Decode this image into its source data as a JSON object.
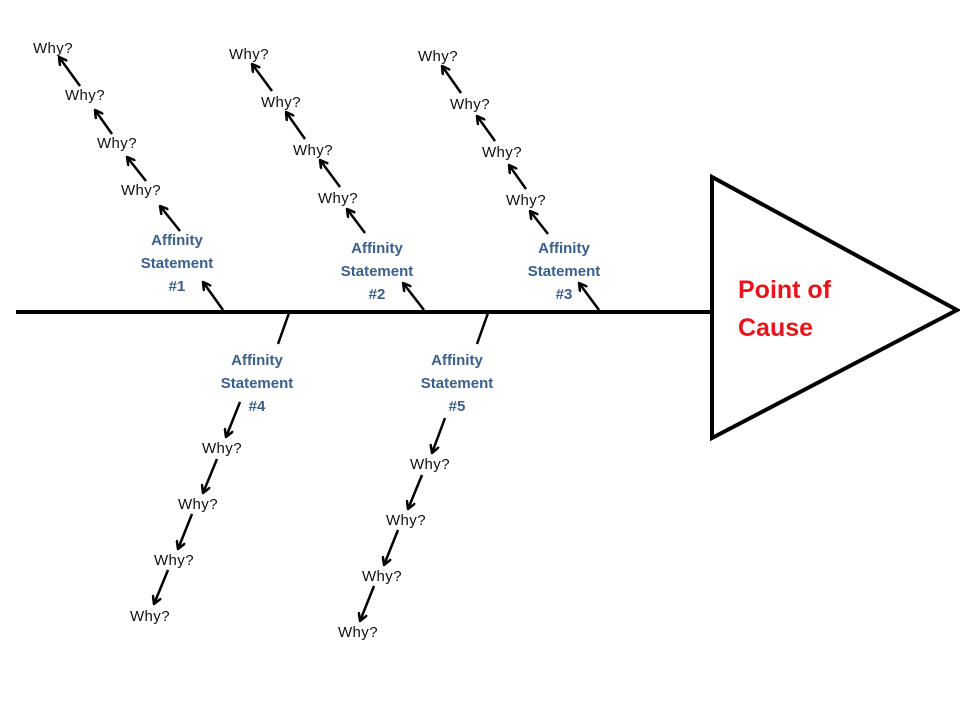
{
  "diagram": {
    "colors": {
      "line": "#000000",
      "affinity_text": "#3a5f8c",
      "cause_text": "#e8141b",
      "why_text": "#111111"
    },
    "head": {
      "lines": [
        "Point of",
        "Cause"
      ]
    },
    "branches": [
      {
        "id": "1",
        "affinity_lines": [
          "Affinity",
          "Statement",
          "#1"
        ],
        "whys": [
          "Why?",
          "Why?",
          "Why?",
          "Why?"
        ]
      },
      {
        "id": "2",
        "affinity_lines": [
          "Affinity",
          "Statement",
          "#2"
        ],
        "whys": [
          "Why?",
          "Why?",
          "Why?",
          "Why?"
        ]
      },
      {
        "id": "3",
        "affinity_lines": [
          "Affinity",
          "Statement",
          "#3"
        ],
        "whys": [
          "Why?",
          "Why?",
          "Why?",
          "Why?"
        ]
      },
      {
        "id": "4",
        "affinity_lines": [
          "Affinity",
          "Statement",
          "#4"
        ],
        "whys": [
          "Why?",
          "Why?",
          "Why?",
          "Why?"
        ]
      },
      {
        "id": "5",
        "affinity_lines": [
          "Affinity",
          "Statement",
          "#5"
        ],
        "whys": [
          "Why?",
          "Why?",
          "Why?",
          "Why?"
        ]
      }
    ]
  }
}
